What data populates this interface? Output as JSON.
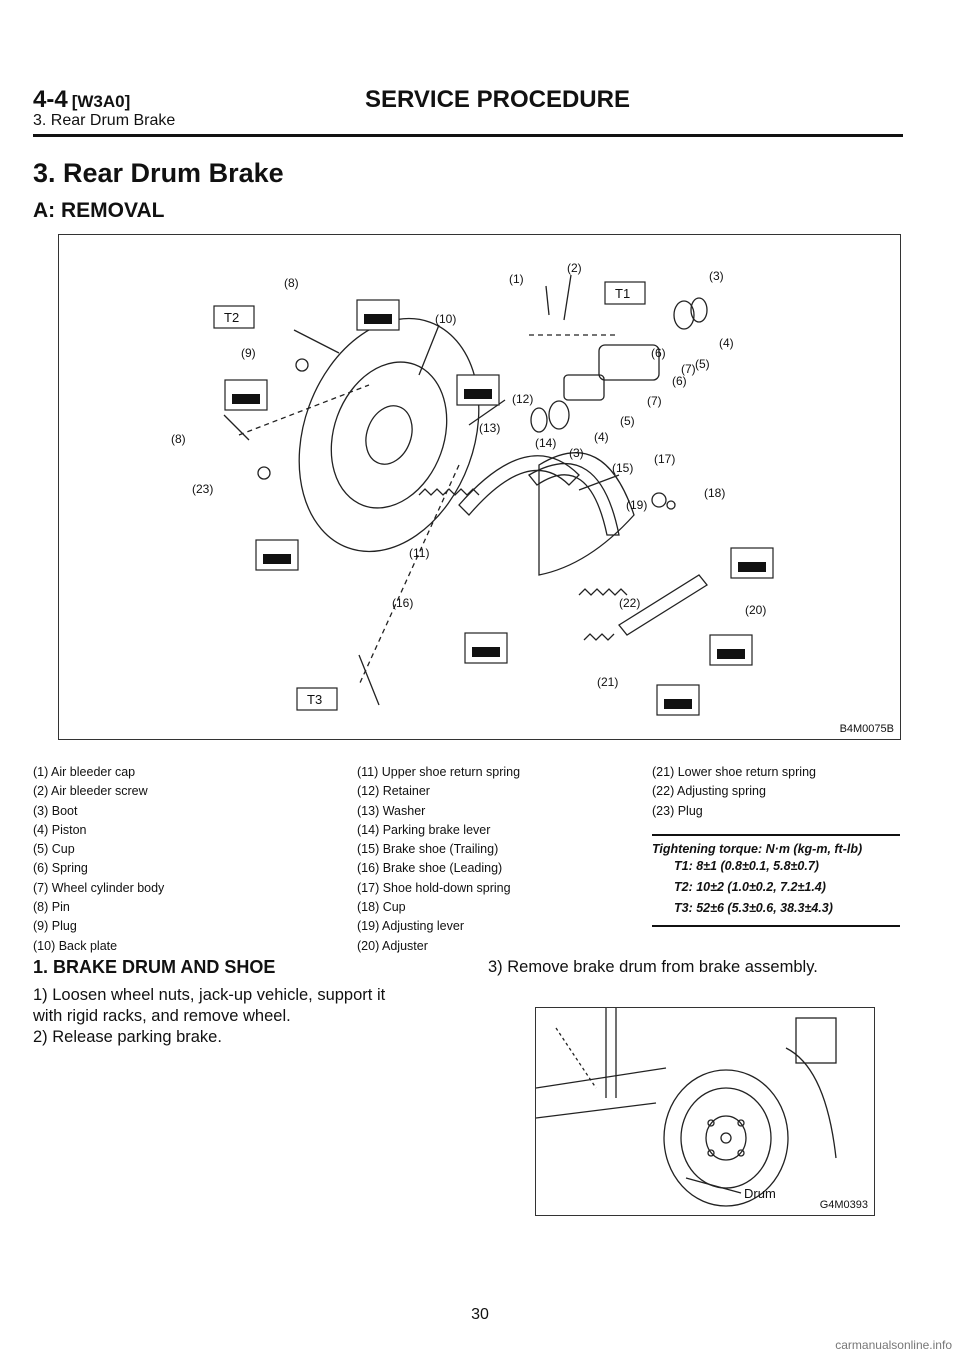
{
  "header": {
    "section_number": "4-4",
    "section_code": "[W3A0]",
    "title": "SERVICE PROCEDURE",
    "subtitle": "3. Rear Drum Brake"
  },
  "heading_main": "3. Rear Drum Brake",
  "heading_sub": "A: REMOVAL",
  "figure": {
    "id": "B4M0075B",
    "labels": [
      "(1)",
      "(2)",
      "(3)",
      "(4)",
      "(5)",
      "(6)",
      "(7)",
      "(8)",
      "(9)",
      "(8)",
      "(23)",
      "(10)",
      "(12)",
      "(13)",
      "(14)",
      "(3)",
      "(4)",
      "(5)",
      "(7)",
      "(6)",
      "(15)",
      "(17)",
      "(18)",
      "(19)",
      "(11)",
      "(16)",
      "(22)",
      "(20)",
      "(21)"
    ],
    "torque_tags": [
      "T1",
      "T2",
      "T3"
    ]
  },
  "legend": {
    "col1": [
      "(1) Air bleeder cap",
      "(2) Air bleeder screw",
      "(3) Boot",
      "(4) Piston",
      "(5) Cup",
      "(6) Spring",
      "(7) Wheel cylinder body",
      "(8) Pin",
      "(9) Plug",
      "(10) Back plate"
    ],
    "col2": [
      "(11) Upper shoe return spring",
      "(12) Retainer",
      "(13) Washer",
      "(14) Parking brake lever",
      "(15) Brake shoe (Trailing)",
      "(16) Brake shoe (Leading)",
      "(17) Shoe hold-down spring",
      "(18) Cup",
      "(19) Adjusting lever",
      "(20) Adjuster"
    ],
    "col3": [
      "(21) Lower shoe return spring",
      "(22) Adjusting spring",
      "(23) Plug"
    ]
  },
  "torque": {
    "heading": "Tightening torque: N·m (kg-m, ft-lb)",
    "t1": "T1: 8±1 (0.8±0.1, 5.8±0.7)",
    "t2": "T2: 10±2 (1.0±0.2, 7.2±1.4)",
    "t3": "T3: 52±6 (5.3±0.6, 38.3±4.3)"
  },
  "procedure": {
    "heading": "1. BRAKE DRUM AND SHOE",
    "step1a": "1) Loosen wheel nuts, jack-up vehicle, support it",
    "step1b": "with rigid racks, and remove wheel.",
    "step2": "2) Release parking brake.",
    "step3": "3) Remove brake drum from brake assembly."
  },
  "photo": {
    "label": "Drum",
    "id": "G4M0393"
  },
  "page_number": "30",
  "watermark": "carmanualsonline.info"
}
